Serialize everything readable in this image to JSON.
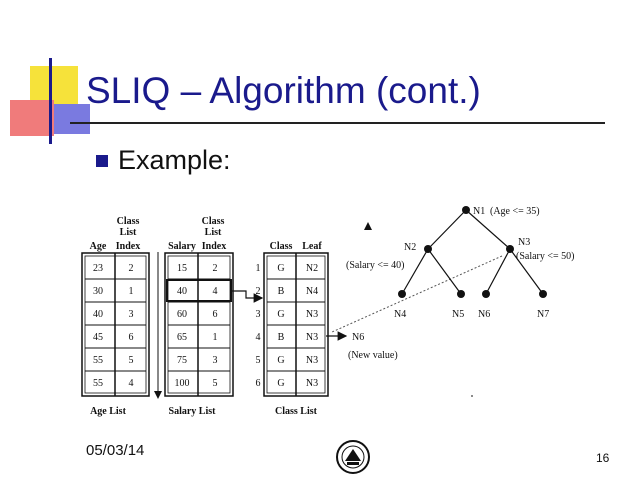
{
  "slide": {
    "title": "SLIQ – Algorithm (cont.)",
    "bullet": "Example:",
    "footer_date": "05/03/14",
    "page_number": "16"
  },
  "age_list": {
    "headers": {
      "class_top": "Class",
      "class_mid": "List",
      "age": "Age",
      "index": "Index"
    },
    "rows": [
      {
        "age": "23",
        "index": "2"
      },
      {
        "age": "30",
        "index": "1"
      },
      {
        "age": "40",
        "index": "3"
      },
      {
        "age": "45",
        "index": "6"
      },
      {
        "age": "55",
        "index": "5"
      },
      {
        "age": "55",
        "index": "4"
      }
    ],
    "caption": "Age List"
  },
  "salary_list": {
    "headers": {
      "class_top": "Class",
      "class_mid": "List",
      "salary": "Salary",
      "index": "Index"
    },
    "rows": [
      {
        "salary": "15",
        "index": "2"
      },
      {
        "salary": "40",
        "index": "4"
      },
      {
        "salary": "60",
        "index": "6"
      },
      {
        "salary": "65",
        "index": "1"
      },
      {
        "salary": "75",
        "index": "3"
      },
      {
        "salary": "100",
        "index": "5"
      }
    ],
    "caption": "Salary List"
  },
  "class_list": {
    "headers": {
      "class": "Class",
      "leaf": "Leaf"
    },
    "rows": [
      {
        "num": "1",
        "class": "G",
        "leaf": "N2"
      },
      {
        "num": "2",
        "class": "B",
        "leaf": "N4"
      },
      {
        "num": "3",
        "class": "G",
        "leaf": "N3"
      },
      {
        "num": "4",
        "class": "B",
        "leaf": "N3"
      },
      {
        "num": "5",
        "class": "G",
        "leaf": "N3"
      },
      {
        "num": "6",
        "class": "G",
        "leaf": "N3"
      }
    ],
    "caption": "Class List"
  },
  "tree": {
    "n1": "N1",
    "n1_cond": "(Age <= 35)",
    "n2": "N2",
    "n2_cond": "(Salary <= 40)",
    "n3": "N3",
    "n3_cond": "(Salary <= 50)",
    "n4": "N4",
    "n5": "N5",
    "n6": "N6",
    "n7": "N7",
    "new_node": "N6",
    "new_value": "(New value)"
  }
}
